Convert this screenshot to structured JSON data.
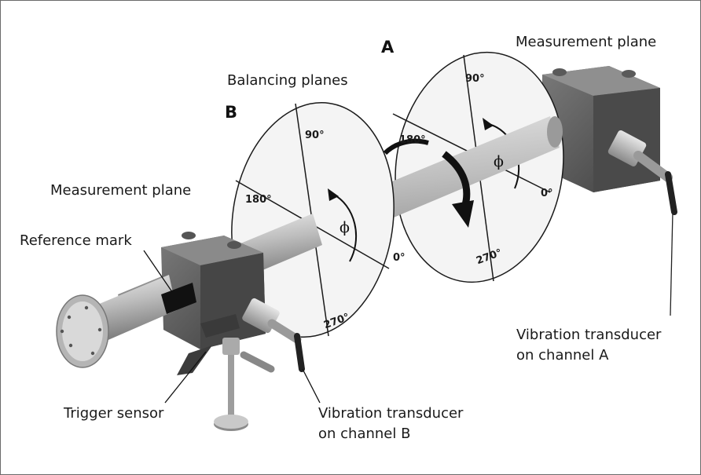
{
  "labels": {
    "plane_a_letter": "A",
    "plane_b_letter": "B",
    "balancing_planes": "Balancing planes",
    "measurement_plane_top": "Measurement plane",
    "measurement_plane_left": "Measurement plane",
    "reference_mark": "Reference mark",
    "trigger_sensor": "Trigger sensor",
    "vib_b_line1": "Vibration transducer",
    "vib_b_line2": "on channel B",
    "vib_a_line1": "Vibration transducer",
    "vib_a_line2": "on channel A"
  },
  "disc_b": {
    "deg_90": "90°",
    "deg_180": "180°",
    "deg_0": "0°",
    "deg_270": "270°",
    "phi": "ϕ"
  },
  "disc_a": {
    "deg_90": "90°",
    "deg_180": "180°",
    "deg_0": "0°",
    "deg_270": "270°",
    "phi": "ϕ"
  }
}
